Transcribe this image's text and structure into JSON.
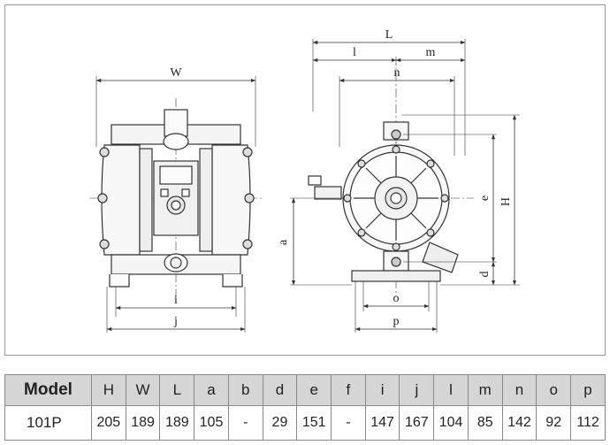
{
  "drawing": {
    "front_view_labels": {
      "W": "W",
      "i": "i",
      "j": "j"
    },
    "side_view_labels": {
      "L": "L",
      "l": "l",
      "m": "m",
      "n": "n",
      "o": "o",
      "p": "p",
      "a": "a",
      "d": "d",
      "e": "e",
      "H": "H"
    }
  },
  "table": {
    "headers": [
      "Model",
      "H",
      "W",
      "L",
      "a",
      "b",
      "d",
      "e",
      "f",
      "i",
      "j",
      "l",
      "m",
      "n",
      "o",
      "p"
    ],
    "rows": [
      [
        "101P",
        "205",
        "189",
        "189",
        "105",
        "-",
        "29",
        "151",
        "-",
        "147",
        "167",
        "104",
        "85",
        "142",
        "92",
        "112"
      ]
    ]
  },
  "colors": {
    "header_bg": "#d5d5d5",
    "line": "#333333",
    "frame": "#9a9a9a"
  }
}
